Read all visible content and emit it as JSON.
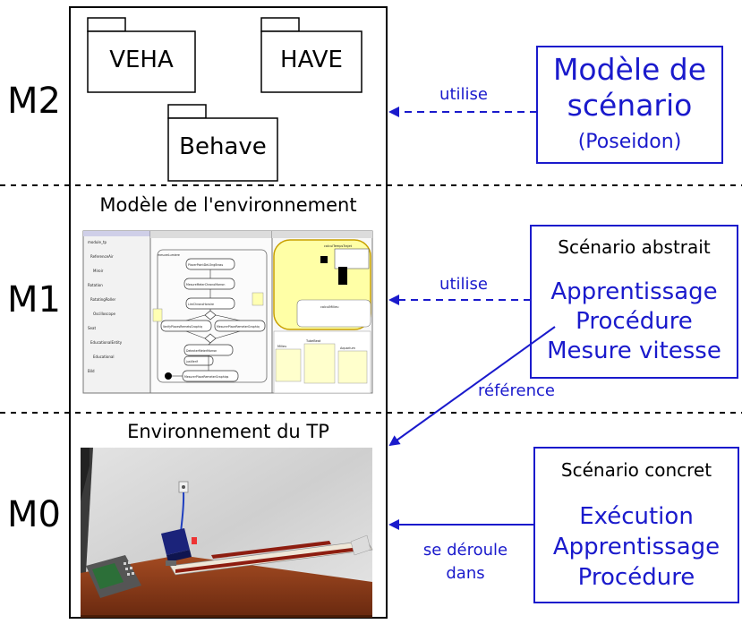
{
  "levels": {
    "m2": "M2",
    "m1": "M1",
    "m0": "M0"
  },
  "packages": [
    "VEHA",
    "HAVE",
    "Behave"
  ],
  "m1_title": "Modèle de l'environnement",
  "m0_title": "Environnement du TP",
  "scenario_model": {
    "line1": "Modèle de",
    "line2": "scénario",
    "line3": "(Poseidon)"
  },
  "abstract_scenario": {
    "title": "Scénario abstrait",
    "lines": [
      "Apprentissage",
      "Procédure",
      "Mesure vitesse"
    ]
  },
  "concrete_scenario": {
    "title": "Scénario concret",
    "lines": [
      "Exécution",
      "Apprentissage",
      "Procédure"
    ]
  },
  "arrows": {
    "utilise_top": "utilise",
    "utilise_mid": "utilise",
    "reference": "référence",
    "se_deroule_1": "se déroule",
    "se_deroule_2": "dans"
  },
  "colors": {
    "blue": "#1a1acc",
    "table_wood": "#8a3b1a",
    "wall": "#d9d9d9"
  },
  "uml_screens": {
    "state_labels": [
      "mesureLumiere",
      "PlacerPointDeLOngBrass",
      "MesureMeterChronoMarron",
      "LireChronoHoraire",
      "VerifyPlacesRemetsGraphiq",
      "MesurerPlaceRemeterGraphiq",
      "DetecterMeterMarron",
      "justVerif",
      "MesurerPlaceRemeterGraphiqs"
    ],
    "tree_items": [
      "module_tp",
      "ReferenceAir",
      "Miroir",
      "Rotation",
      "RotatingRoller",
      "Oscilloscope",
      "Seat",
      "EducationalEntity",
      "Educational",
      "Bild"
    ],
    "right_labels": [
      "calculTempsTrajet",
      "calculMilieu",
      "Milieu",
      "TubeBeat",
      "Aquarium"
    ]
  }
}
